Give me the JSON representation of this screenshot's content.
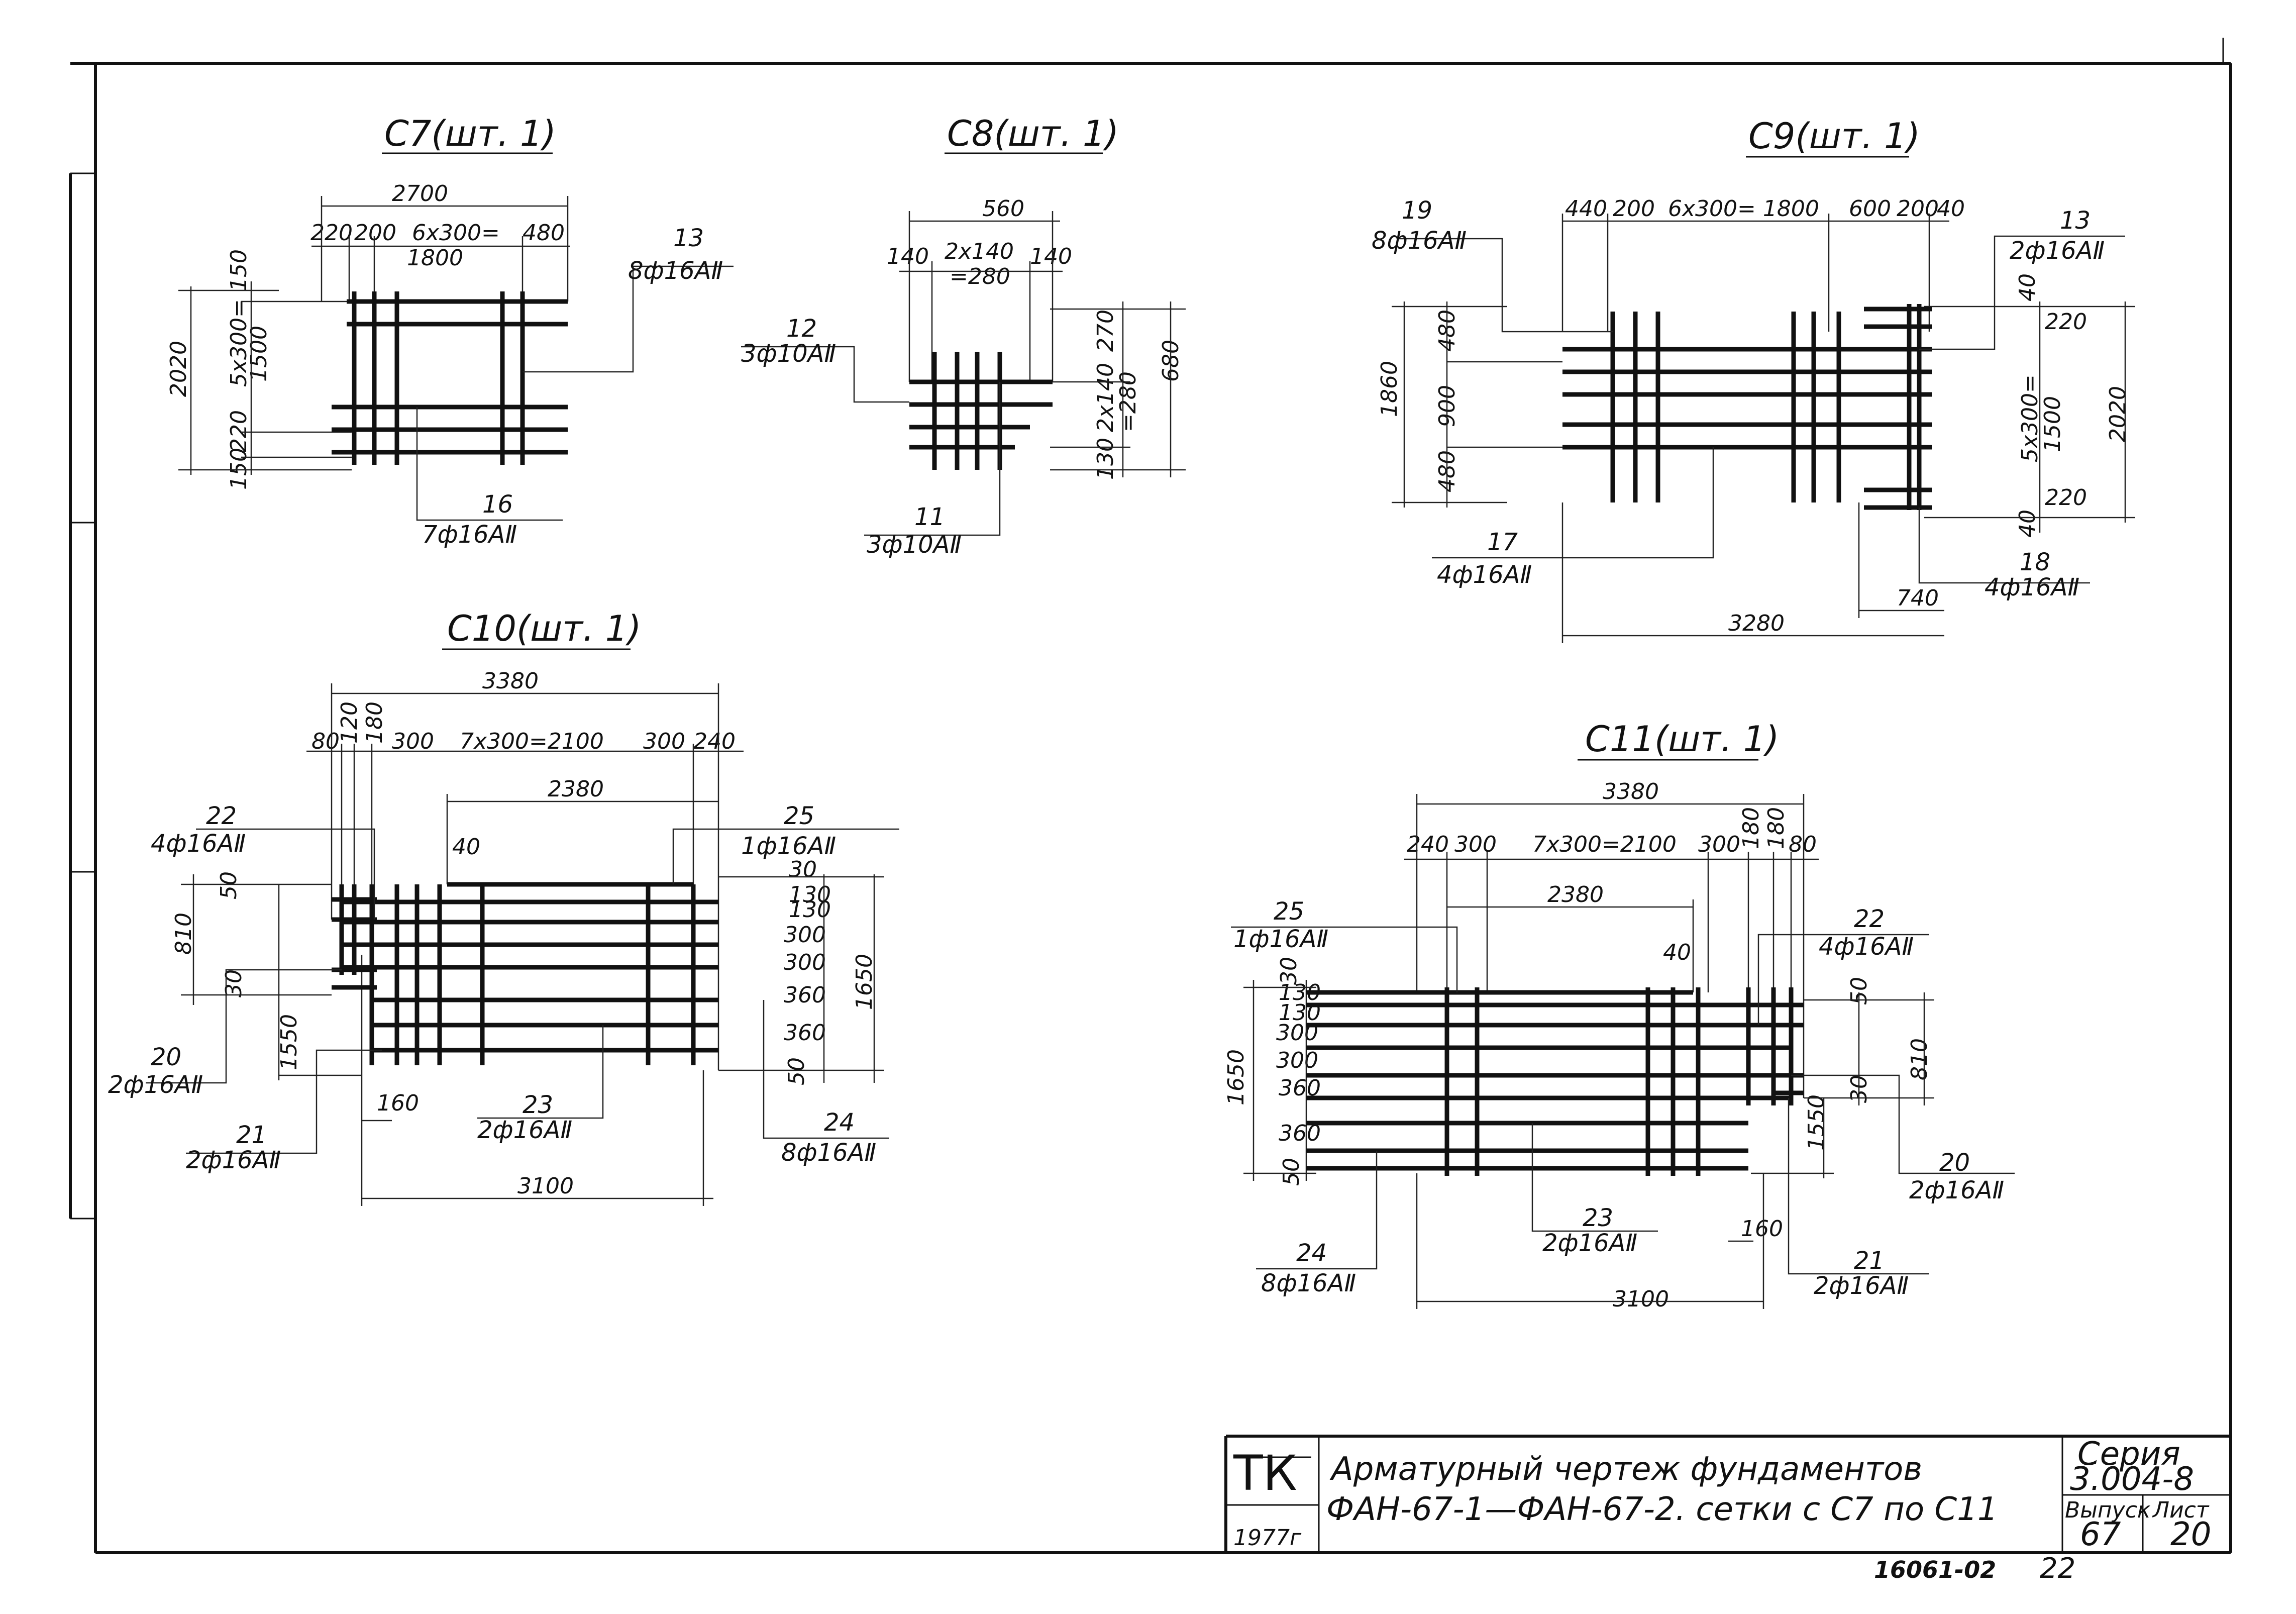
{
  "meshes": {
    "c7": {
      "title": "C7(шт. 1)",
      "dims": [
        "2700",
        "220",
        "200",
        "6х300=",
        "1800",
        "480",
        "150",
        "2020",
        "5х300=",
        "1500",
        "220",
        "150"
      ],
      "callouts": [
        {
          "num": "13",
          "spec": "8ф16АⅡ"
        },
        {
          "num": "16",
          "spec": "7ф16АⅡ"
        }
      ]
    },
    "c8": {
      "title": "C8(шт. 1)",
      "dims": [
        "560",
        "140",
        "2х140",
        "=280",
        "140",
        "270",
        "2х140",
        "=280",
        "130",
        "680"
      ],
      "callouts": [
        {
          "num": "12",
          "spec": "3ф10АⅡ"
        },
        {
          "num": "11",
          "spec": "3ф10АⅡ"
        }
      ]
    },
    "c9": {
      "title": "C9(шт. 1)",
      "dims": [
        "440",
        "200",
        "6х300= 1800",
        "600",
        "200",
        "40",
        "1860",
        "480",
        "900",
        "480",
        "40",
        "220",
        "5х300=",
        "1500",
        "2020",
        "220",
        "40",
        "740",
        "3280"
      ],
      "callouts": [
        {
          "num": "19",
          "spec": "8ф16АⅡ"
        },
        {
          "num": "13",
          "spec": "2ф16АⅡ"
        },
        {
          "num": "17",
          "spec": "4ф16АⅡ"
        },
        {
          "num": "18",
          "spec": "4ф16АⅡ"
        }
      ]
    },
    "c10": {
      "title": "C10(шт. 1)",
      "dims": [
        "3380",
        "80",
        "120",
        "180",
        "300",
        "7х300=2100",
        "300",
        "240",
        "2380",
        "40",
        "50",
        "810",
        "30",
        "1550",
        "30",
        "130",
        "130",
        "300",
        "300",
        "360",
        "360",
        "50",
        "1650",
        "160",
        "3100"
      ],
      "callouts": [
        {
          "num": "22",
          "spec": "4ф16АⅡ"
        },
        {
          "num": "25",
          "spec": "1ф16АⅡ"
        },
        {
          "num": "20",
          "spec": "2ф16АⅡ"
        },
        {
          "num": "21",
          "spec": "2ф16АⅡ"
        },
        {
          "num": "23",
          "spec": "2ф16АⅡ"
        },
        {
          "num": "24",
          "spec": "8ф16АⅡ"
        }
      ]
    },
    "c11": {
      "title": "C11(шт. 1)",
      "dims": [
        "3380",
        "240",
        "300",
        "7х300=2100",
        "300",
        "180",
        "180",
        "80",
        "2380",
        "40",
        "30",
        "130",
        "130",
        "300",
        "300",
        "360",
        "360",
        "50",
        "1650",
        "50",
        "810",
        "30",
        "1550",
        "160",
        "3100"
      ],
      "callouts": [
        {
          "num": "25",
          "spec": "1ф16АⅡ"
        },
        {
          "num": "22",
          "spec": "4ф16АⅡ"
        },
        {
          "num": "20",
          "spec": "2ф16АⅡ"
        },
        {
          "num": "23",
          "spec": "2ф16АⅡ"
        },
        {
          "num": "24",
          "spec": "8ф16АⅡ"
        },
        {
          "num": "21",
          "spec": "2ф16АⅡ"
        }
      ]
    }
  },
  "stamp": {
    "org": "ТК",
    "year": "1977г",
    "title_line1": "Арматурный чертеж фундаментов",
    "title_line2": "ФАН-67-1—ФАН-67-2. сетки с С7 по С11",
    "series_label": "Серия",
    "series_value": "3.004-8",
    "issue_label": "Выпуск",
    "issue_value": "67",
    "sheet_label": "Лист",
    "sheet_value": "20"
  },
  "footer": {
    "doc_code": "16061-02",
    "page": "22"
  }
}
